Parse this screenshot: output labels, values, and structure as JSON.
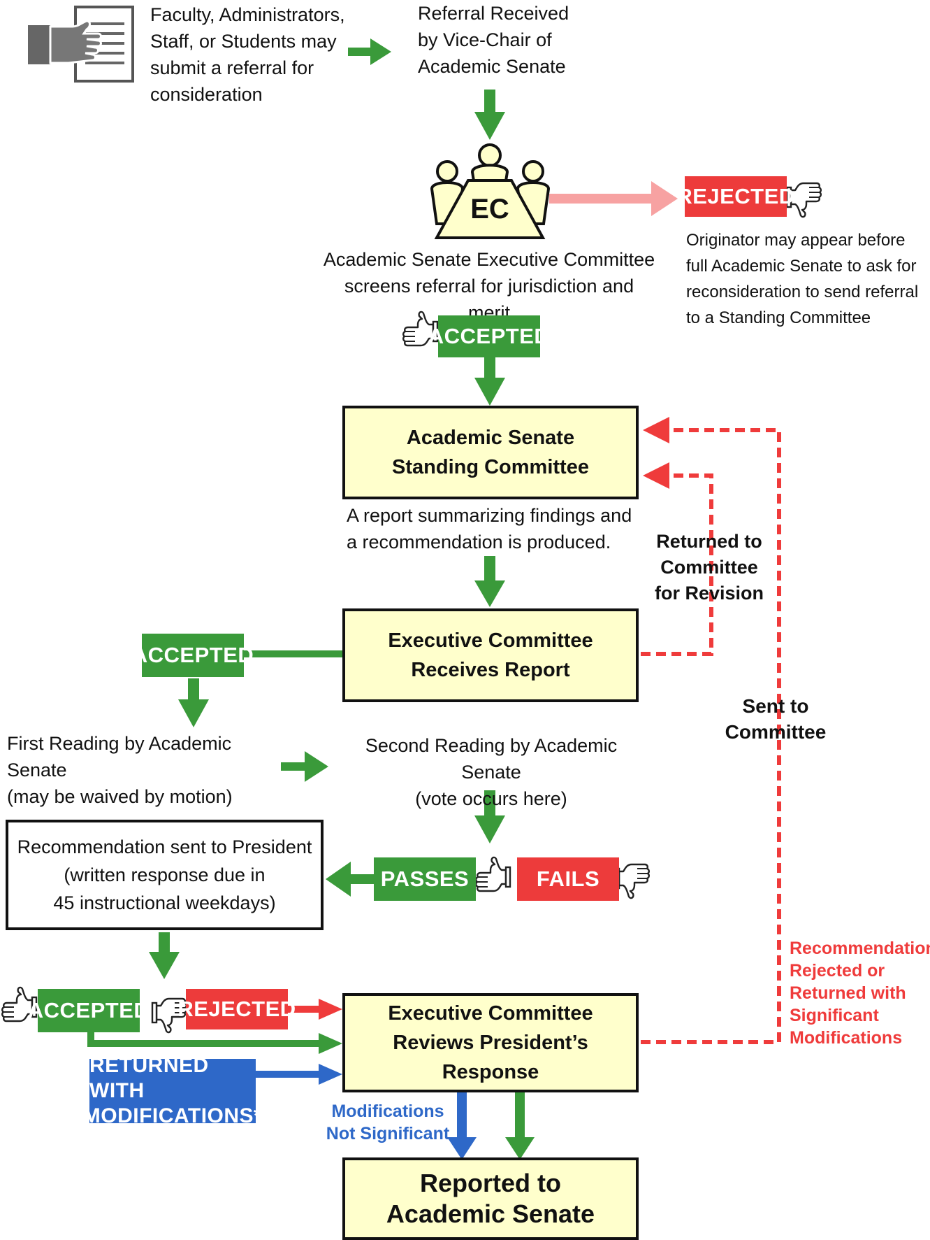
{
  "nodes": {
    "submit_text": [
      "Faculty, Administrators,",
      "Staff, or Students may",
      "submit a referral for",
      "consideration"
    ],
    "received_text": [
      "Referral Received",
      "by Vice-Chair of",
      "Academic Senate"
    ],
    "ec_label": "EC",
    "ec_screens": [
      "Academic Senate Executive Committee",
      "screens referral for jurisdiction and merit"
    ],
    "rejected_top": "REJECTED",
    "originator_note": [
      "Originator may appear before",
      "full Academic Senate to ask for",
      "reconsideration to send referral",
      "to  a Standing Committee"
    ],
    "accepted_1": "ACCEPTED",
    "standing_committee": [
      "Academic Senate",
      "Standing Committee"
    ],
    "report_text": [
      "A report summarizing findings and",
      "a recommendation is produced."
    ],
    "returned_revision": [
      "Returned to",
      "Committee",
      "for Revision"
    ],
    "ec_receives": [
      "Executive Committee",
      "Receives Report"
    ],
    "accepted_2": "ACCEPTED",
    "sent_to_committee": [
      "Sent to",
      "Committee"
    ],
    "first_reading": [
      "First Reading by Academic Senate",
      "(may be waived by motion)"
    ],
    "second_reading": [
      "Second Reading by Academic Senate",
      "(vote occurs here)"
    ],
    "recommendation_president": [
      "Recommendation sent to President",
      "(written response due in",
      "45 instructional weekdays)"
    ],
    "passes": "PASSES",
    "fails": "FAILS",
    "accepted_3": "ACCEPTED",
    "rejected_bottom": "REJECTED",
    "returned_mods": [
      "RETURNED WITH",
      "MODIFICATIONS*"
    ],
    "ec_reviews": [
      "Executive Committee",
      "Reviews President’s Response"
    ],
    "rec_rejected": [
      "Recommendation",
      "Rejected or",
      "Returned with",
      "Significant",
      "Modifications"
    ],
    "mods_not_significant": [
      "Modifications",
      "Not Significant"
    ],
    "reported": [
      "Reported to",
      "Academic Senate"
    ]
  },
  "icons": [
    "hand-document-icon",
    "committee-people-icon",
    "thumbs-up-icon",
    "thumbs-down-icon"
  ],
  "colors": {
    "green": "#3a9a3a",
    "red": "#ed3b3b",
    "pink_arrow": "#f7a2a2",
    "blue": "#2e68c8",
    "box_fill": "#ffffcc",
    "dashed_red": "#ef3b3b"
  }
}
